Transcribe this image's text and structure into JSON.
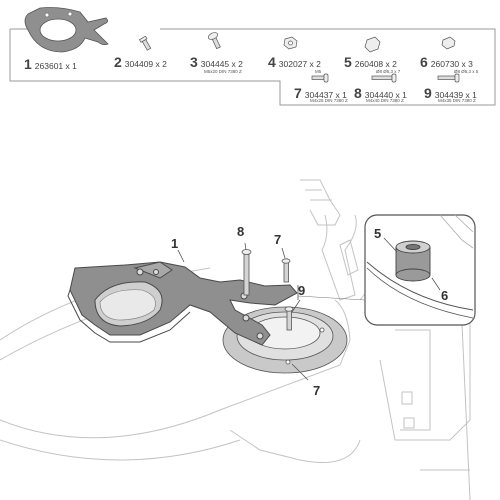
{
  "parts": [
    {
      "num": "1",
      "code": "263601 x 1"
    },
    {
      "num": "2",
      "code": "304409 x 2"
    },
    {
      "num": "3",
      "code": "304445 x 2",
      "spec": "M5x20 DIN 7380 Z"
    },
    {
      "num": "4",
      "code": "302027 x 2",
      "spec": "M5"
    },
    {
      "num": "5",
      "code": "260408 x 2",
      "spec": "Ø8 Ø5,3 x 7"
    },
    {
      "num": "6",
      "code": "260730 x 3",
      "spec": "Ø8 Ø5,3 x 5"
    },
    {
      "num": "7",
      "code": "304437 x 1",
      "spec": "M4x25 DIN 7380 Z"
    },
    {
      "num": "8",
      "code": "304440 x 1",
      "spec": "M4x40 DIN 7380 Z"
    },
    {
      "num": "9",
      "code": "304439 x 1",
      "spec": "M4x35 DIN 7380 Z"
    }
  ],
  "callouts": {
    "c1": "1",
    "c8": "8",
    "c7a": "7",
    "c9": "9",
    "c7b": "7",
    "c5": "5",
    "c6": "6"
  },
  "colors": {
    "plate": "#8f8f8f",
    "plate_dark": "#6e6e6e",
    "line": "#5a5a5a",
    "bg_line": "#bdbdbd",
    "text": "#333333"
  }
}
